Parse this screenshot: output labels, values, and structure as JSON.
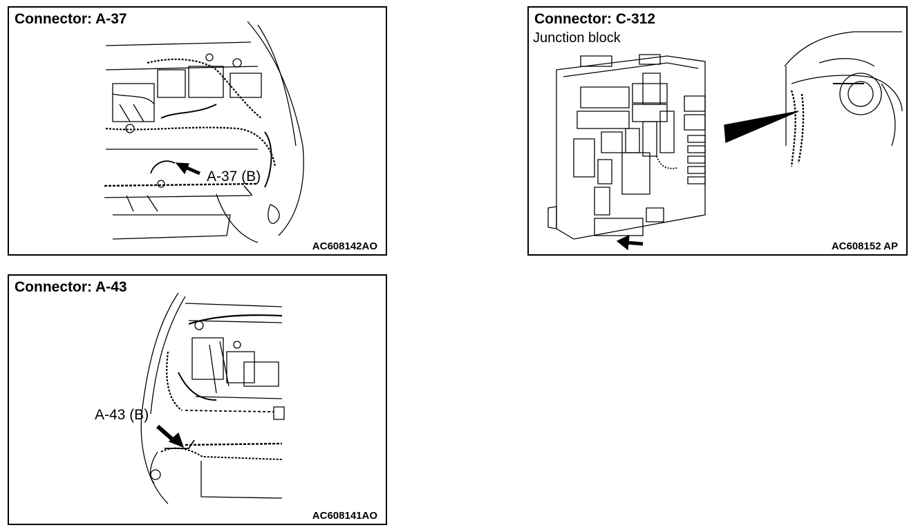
{
  "panels": [
    {
      "title": "Connector: A-37",
      "callout": "A-37 (B)",
      "code": "AC608142AO"
    },
    {
      "title": "Connector: C-312",
      "subtitle": "Junction block",
      "code": "AC608152 AP"
    },
    {
      "title": "Connector: A-43",
      "callout": "A-43 (B)",
      "code": "AC608141AO"
    }
  ]
}
